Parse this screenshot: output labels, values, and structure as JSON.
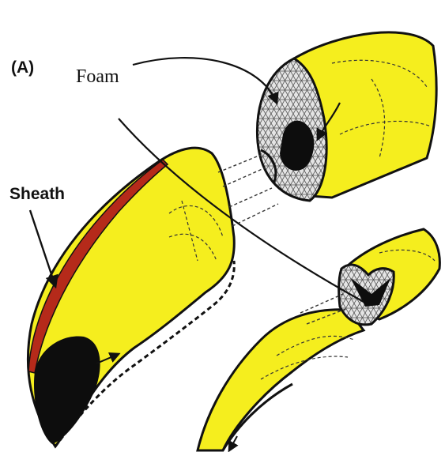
{
  "figure": {
    "panel_label": "(A)",
    "labels": {
      "foam": "Foam",
      "sheath": "Sheath"
    }
  },
  "colors": {
    "skin": "#f5ee1e",
    "sheath": "#b52a1a",
    "foam": "#e2e2e2",
    "cavity": "#0d0d0d",
    "outline": "#111111"
  },
  "icons": [
    "arrow-icon",
    "foam-texture",
    "cavity-blob"
  ]
}
